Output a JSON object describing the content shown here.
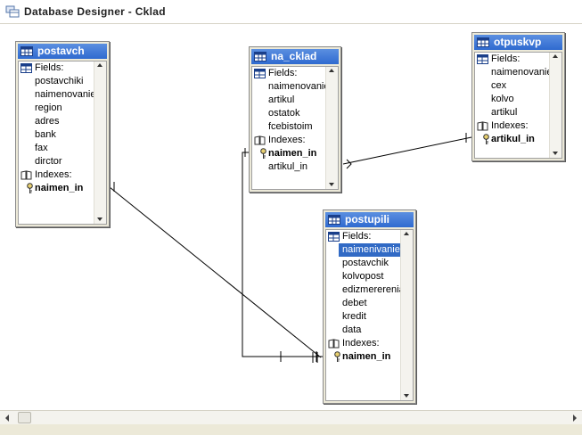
{
  "window": {
    "title": "Database Designer - Cklad",
    "icon": "database-designer-icon"
  },
  "tables": {
    "postavch": {
      "name": "postavch",
      "fields_label": "Fields:",
      "fields": [
        "postavchiki",
        "naimenovanie",
        "region",
        "adres",
        "bank",
        "fax",
        "dirctor"
      ],
      "indexes_label": "Indexes:",
      "indexes": [
        "naimen_in"
      ]
    },
    "na_cklad": {
      "name": "na_cklad",
      "fields_label": "Fields:",
      "fields": [
        "naimenovanie",
        "artikul",
        "ostatok",
        "fcebistoim"
      ],
      "indexes_label": "Indexes:",
      "indexes": [
        "naimen_in",
        "artikul_in"
      ]
    },
    "otpuskvp": {
      "name": "otpuskvp",
      "fields_label": "Fields:",
      "fields": [
        "naimenovanie",
        "cex",
        "kolvo",
        "artikul"
      ],
      "indexes_label": "Indexes:",
      "indexes": [
        "artikul_in"
      ]
    },
    "postupili": {
      "name": "postupili",
      "fields_label": "Fields:",
      "fields": [
        "naimenivanie",
        "postavchik",
        "kolvopost",
        "edizmererenia",
        "debet",
        "kredit",
        "data"
      ],
      "selected_field": "naimenivanie",
      "indexes_label": "Indexes:",
      "indexes": [
        "naimen_in"
      ]
    }
  },
  "relations": [
    {
      "from": "postavch.naimen_in",
      "to": "postupili.naimen_in",
      "type": "one-to-many"
    },
    {
      "from": "na_cklad.naimen_in",
      "to": "postupili.naimen_in",
      "type": "one-to-many"
    },
    {
      "from": "otpuskvp.artikul_in",
      "to": "na_cklad.artikul_in",
      "type": "one-to-many"
    }
  ],
  "colors": {
    "title_blue": "#2f6ad0",
    "selection": "#316ac5",
    "line": "#000000"
  }
}
